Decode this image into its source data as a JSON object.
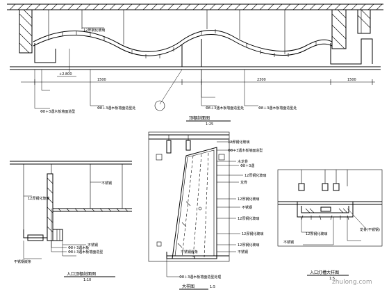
{
  "top_section": {
    "level_mark": "+2.800",
    "dims": [
      "1500",
      "2300",
      "1500"
    ],
    "labels": [
      "12厚钢化玻璃",
      "Φ8＋3遇木板墙面造型",
      "Φ8＋3遇木板墙面造型处",
      "Φ8＋3遇木板墙面造型处",
      "Φ8＋3遇木板墙面造型处"
    ],
    "title": "顶棚剖面图",
    "scale": "1:25"
  },
  "left_section": {
    "labels": [
      "12厚钢化玻璃",
      "不锈钢",
      "Φ8＋3遇木板",
      "Φ8＋3遇木板墙面造型",
      "不锈钢",
      "不锈钢嵌条"
    ],
    "title": "入口顶棚剖面图",
    "scale": "1:10"
  },
  "center_section": {
    "labels": [
      "12厚钢化玻璃",
      "Φ8＋3遇木板墙面造型",
      "木龙骨",
      "Φ8＋3遇",
      "12厚钢化玻璃",
      "龙骨",
      "12厚钢化玻璃",
      "不锈钢",
      "12厚钢化玻璃",
      "12厚钢化玻璃",
      "12厚钢化玻璃",
      "不锈钢",
      "不锈钢嵌条"
    ],
    "bottom_label": "Φ8＋3遇木板墙面造型处理",
    "title": "大样图",
    "scale": "1:5"
  },
  "right_section": {
    "labels": [
      "12厚钢化玻璃",
      "龙骨(不锈钢)",
      "不锈钢"
    ],
    "title": "入口灯槽大样图",
    "scale": "1:5"
  },
  "watermark": "zhulong.com"
}
